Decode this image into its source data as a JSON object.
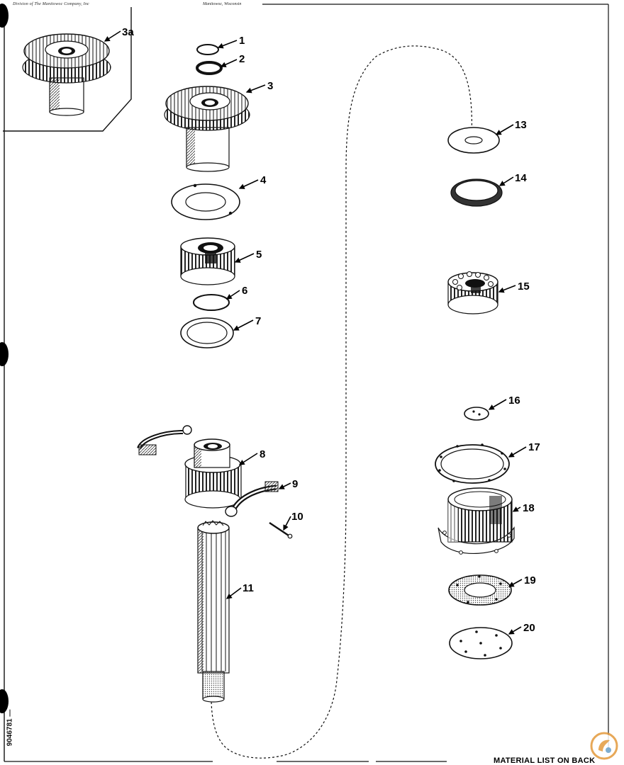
{
  "header": {
    "company": "Division of The Manitowoc Company, Inc",
    "location": "Manitowoc, Wisconsin"
  },
  "footer": {
    "material_note": "MATERIAL LIST ON BACK",
    "side_code": "9046781 —"
  },
  "callouts": {
    "p1": "1",
    "p2": "2",
    "p3": "3",
    "p3a": "3a",
    "p4": "4",
    "p5": "5",
    "p6": "6",
    "p7": "7",
    "p8": "8",
    "p9": "9",
    "p10": "10",
    "p11": "11",
    "p13": "13",
    "p14": "14",
    "p15": "15",
    "p16": "16",
    "p17": "17",
    "p18": "18",
    "p19": "19",
    "p20": "20"
  },
  "colors": {
    "ink": "#111111",
    "shade": "#555555",
    "watermark": "#e39a3c"
  }
}
